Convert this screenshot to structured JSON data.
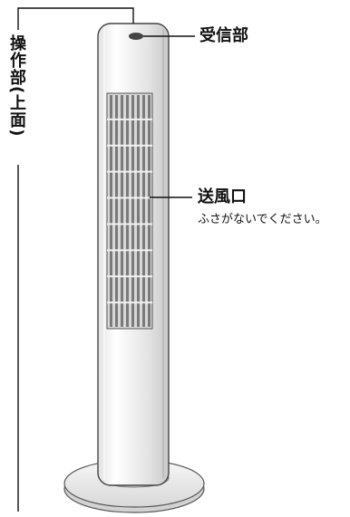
{
  "labels": {
    "receiver": "受信部",
    "outlet": "送風口",
    "outlet_note": "ふさがないでください。",
    "control_panel": "操作部(上面)"
  }
}
